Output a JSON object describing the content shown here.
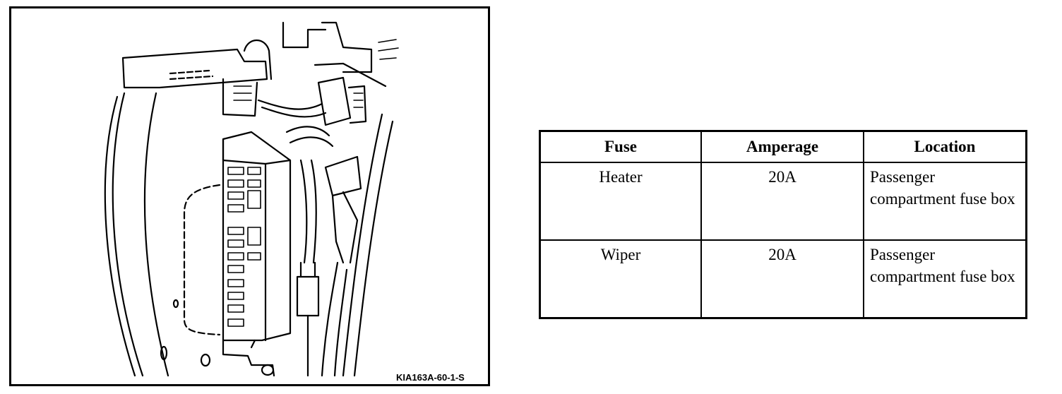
{
  "figure": {
    "id_label": "KIA163A-60-1-S"
  },
  "table": {
    "headers": [
      "Fuse",
      "Amperage",
      "Location"
    ],
    "rows": [
      {
        "fuse": "Heater",
        "amperage": "20A",
        "location": "Passenger compartment fuse box"
      },
      {
        "fuse": "Wiper",
        "amperage": "20A",
        "location": "Passenger compartment fuse box"
      }
    ]
  }
}
